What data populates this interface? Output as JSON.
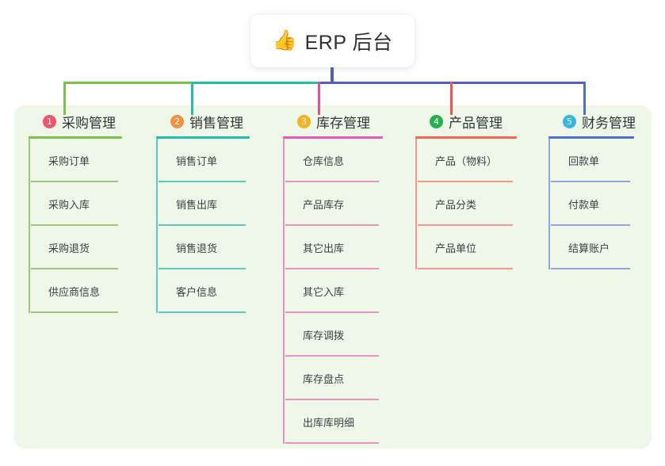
{
  "diagram": {
    "type": "mindmap-tree",
    "background_color": "#ffffff",
    "panel_color": "#eff7e9",
    "root": {
      "icon": "thumbs-up-icon",
      "emoji": "👍",
      "title": "ERP 后台",
      "stem_color": "#4f5ec4"
    },
    "trunk": {
      "segments": [
        {
          "color": "#7cc24a"
        },
        {
          "color": "#1ebfae"
        },
        {
          "color": "#4f5ec4"
        },
        {
          "color": "#4f5ec4"
        },
        {
          "color": "#4f5ec4"
        }
      ]
    },
    "branches": [
      {
        "number": "1",
        "title": "采购管理",
        "badge_color": "#f2536d",
        "rule_color": "#7cc24a",
        "line_color": "#9ac97b",
        "drop_color": "#7cc24a",
        "items": [
          "采购订单",
          "采购入库",
          "采购退货",
          "供应商信息"
        ]
      },
      {
        "number": "2",
        "title": "销售管理",
        "badge_color": "#f5913e",
        "rule_color": "#1ebfae",
        "line_color": "#5ec9bf",
        "drop_color": "#1ebfae",
        "items": [
          "销售订单",
          "销售出库",
          "销售退货",
          "客户信息"
        ]
      },
      {
        "number": "3",
        "title": "库存管理",
        "badge_color": "#f5b322",
        "rule_color": "#e957c0",
        "line_color": "#ee8fc6",
        "drop_color": "#ea4b9b",
        "items": [
          "仓库信息",
          "产品库存",
          "其它出库",
          "其它入库",
          "库存调拨",
          "库存盘点",
          "出库库明细"
        ]
      },
      {
        "number": "4",
        "title": "产品管理",
        "badge_color": "#22b14c",
        "rule_color": "#f4664f",
        "line_color": "#f6988b",
        "drop_color": "#f4544f",
        "items": [
          "产品（物料）",
          "产品分类",
          "产品单位"
        ]
      },
      {
        "number": "5",
        "title": "财务管理",
        "badge_color": "#35b6e8",
        "rule_color": "#4a6fd0",
        "line_color": "#8fa7e0",
        "drop_color": "#4a6fd0",
        "items": [
          "回款单",
          "付款单",
          "结算账户"
        ]
      }
    ]
  }
}
